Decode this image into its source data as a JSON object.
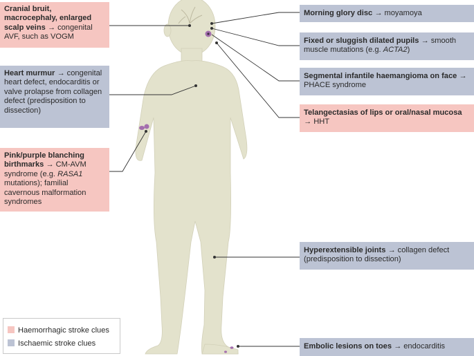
{
  "colors": {
    "haemorrhagic": "#f6c6c1",
    "ischaemic": "#bcc3d4",
    "body": "#e3e2cc",
    "body_outline": "#d2d0b8",
    "lesion": "#a46fae",
    "leader": "#333333"
  },
  "boxes": [
    {
      "id": "bruit",
      "type": "haemorrhagic",
      "bold": "Cranial bruit, macrocephaly, enlarged scalp veins",
      "arrow": " → ",
      "text": "congenital AVF, such as VOGM"
    },
    {
      "id": "murmur",
      "type": "ischaemic",
      "bold": "Heart murmur",
      "arrow": " → ",
      "text": "congenital heart defect, endocarditis or valve prolapse from collagen defect (predisposition to dissection)"
    },
    {
      "id": "birthmarks",
      "type": "haemorrhagic",
      "bold": "Pink/purple blanching birthmarks",
      "arrow": " → ",
      "text_pre": "CM-AVM syndrome (e.g. ",
      "text_italic": "RASA1",
      "text_post": " mutations); familial cavernous malformation syndromes"
    },
    {
      "id": "morning",
      "type": "ischaemic",
      "bold": "Morning glory disc",
      "arrow": " → ",
      "text": "moyamoya"
    },
    {
      "id": "pupils",
      "type": "ischaemic",
      "bold": "Fixed or sluggish dilated pupils",
      "arrow": " → ",
      "text_pre": "smooth muscle mutations (e.g. ",
      "text_italic": "ACTA2",
      "text_post": ")"
    },
    {
      "id": "haemangioma",
      "type": "ischaemic",
      "bold": "Segmental infantile haemangioma on face",
      "arrow": " → ",
      "text": "PHACE syndrome"
    },
    {
      "id": "telangiectasia",
      "type": "haemorrhagic",
      "bold": "Telangectasias of lips or oral/nasal mucosa",
      "arrow": " → ",
      "text": "HHT"
    },
    {
      "id": "joints",
      "type": "ischaemic",
      "bold": "Hyperextensible joints",
      "arrow": " → ",
      "text": "collagen defect (predisposition to dissection)"
    },
    {
      "id": "toes",
      "type": "ischaemic",
      "bold": "Embolic lesions on toes",
      "arrow": " → ",
      "text": "endocarditis"
    }
  ],
  "legend": [
    {
      "label": "Haemorrhagic stroke clues",
      "type": "haemorrhagic"
    },
    {
      "label": "Ischaemic stroke clues",
      "type": "ischaemic"
    }
  ]
}
